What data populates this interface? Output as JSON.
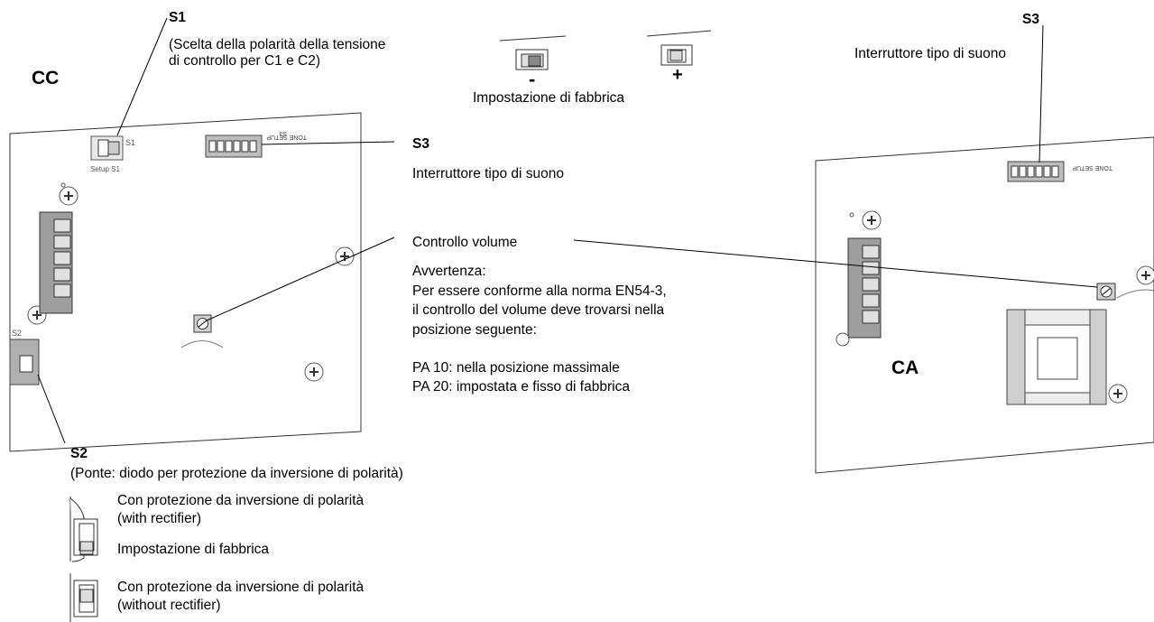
{
  "s1": {
    "title": "S1",
    "desc_line1": "(Scelta della polarità della tensione",
    "desc_line2": "di controllo per C1 e C2)"
  },
  "dc_label": "CC",
  "ac_label": "CA",
  "polarity": {
    "minus": "-",
    "plus": "+",
    "factory": "Impostazione di fabbrica"
  },
  "s3_top": {
    "title": "S3",
    "desc": "Interruttore tipo di suono"
  },
  "s3_mid": {
    "title": "S3",
    "desc": "Interruttore tipo di suono"
  },
  "volume": {
    "title": "Controllo volume",
    "warning": "Avvertenza:",
    "line1": "Per essere conforme alla norma EN54-3,",
    "line2": "il controllo del volume deve trovarsi nella",
    "line3": "posizione seguente:",
    "pa10": "PA 10: nella posizione massimale",
    "pa20": "PA 20: impostata e fisso di fabbrica"
  },
  "s2": {
    "title": "S2",
    "desc": "(Ponte: diodo per protezione da inversione di polarità)",
    "opt1_line1": "Con protezione da inversione di polarità",
    "opt1_line2": "(with rectifier)",
    "factory": "Impostazione di fabbrica",
    "opt2_line1": "Con protezione da inversione di polarità",
    "opt2_line2": "(without rectifier)"
  },
  "board": {
    "s1_tag": "S1",
    "setup_s1": "Setup S1",
    "s2_tag": "S2",
    "tone_setup": "TONE SETUP",
    "s3_tag": "S3"
  },
  "icons": [
    "screw-icon",
    "terminal-block-icon",
    "dip-switch-icon",
    "potentiometer-icon",
    "slide-switch-icon",
    "jumper-icon",
    "transformer-icon"
  ]
}
